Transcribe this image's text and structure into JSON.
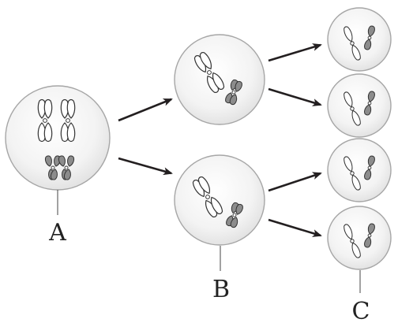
{
  "labels": {
    "a": "A",
    "b": "B",
    "c": "C"
  },
  "colors": {
    "cell_edge": "#a6a6a6",
    "cell_fill_center": "#ffffff",
    "cell_fill_edge": "#e6e6e6",
    "arrow": "#231f20",
    "chromosome_light": "#ffffff",
    "chromosome_dark": "#8c8c8c",
    "chromosome_stroke": "#333333",
    "pointer_line": "#444444"
  }
}
